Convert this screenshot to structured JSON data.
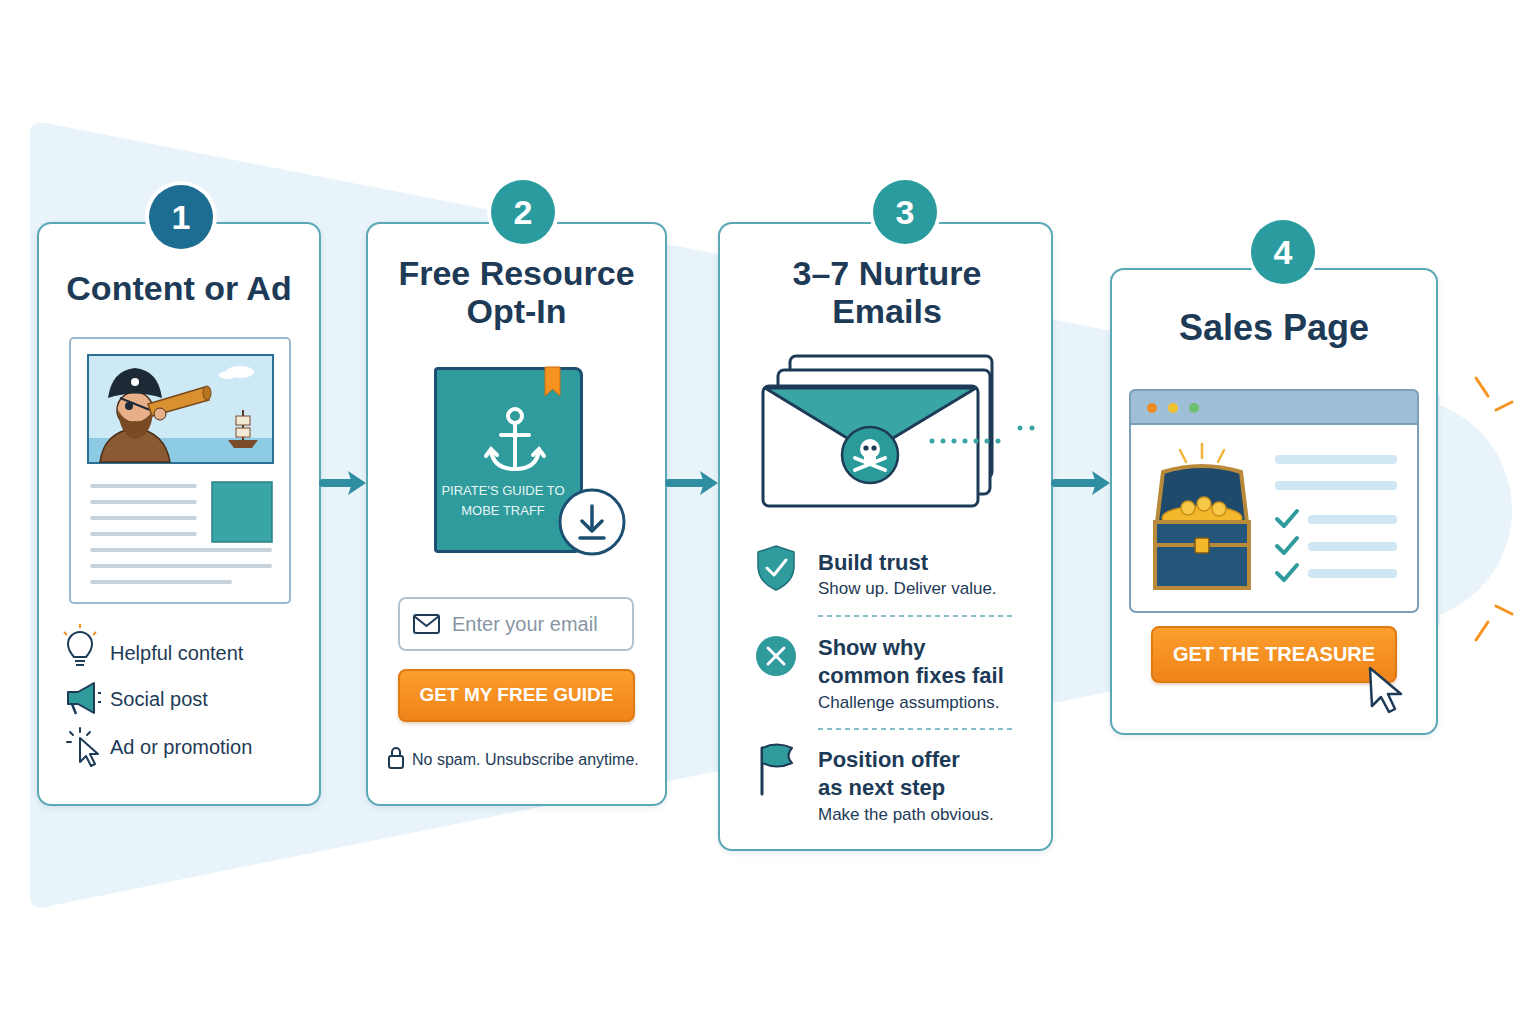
{
  "diagram": {
    "nodes": [
      {
        "text": [
          "Content or Ad",
          "Helpful content",
          "Social post",
          "Ad or promotion"
        ]
      },
      {
        "text": [
          "1"
        ],
        "in": 0
      },
      {
        "text": [
          "Free Resource Opt-In",
          "No spam. Unsubscribe anytime."
        ]
      },
      {
        "text": [
          "2"
        ],
        "in": 2
      },
      {
        "text": [
          "PIRATE'S GUIDE TO MOBE TRAFF"
        ],
        "in": 2
      },
      {
        "text": [
          "Enter your email"
        ],
        "in": 2
      },
      {
        "text": [
          "GET MY FREE GUIDE"
        ],
        "in": 2
      },
      {
        "text": [
          "3–7 Nurture Emails",
          "Build trust",
          "Show up. Deliver value.",
          "Show why common fixes fail",
          "Challenge assumptions.",
          "Position offer as next step",
          "Make the path obvious."
        ]
      },
      {
        "text": [
          "3"
        ],
        "in": 7
      },
      {
        "text": [
          "Sales Page"
        ]
      },
      {
        "text": [
          "4"
        ],
        "in": 9
      },
      {
        "text": [
          "GET THE TREASURE"
        ],
        "in": 9
      }
    ],
    "edges": [
      {
        "from": 0,
        "to": 2,
        "arrow": "to"
      },
      {
        "from": 2,
        "to": 7,
        "arrow": "to"
      },
      {
        "from": 7,
        "to": 9,
        "arrow": "to"
      }
    ]
  }
}
